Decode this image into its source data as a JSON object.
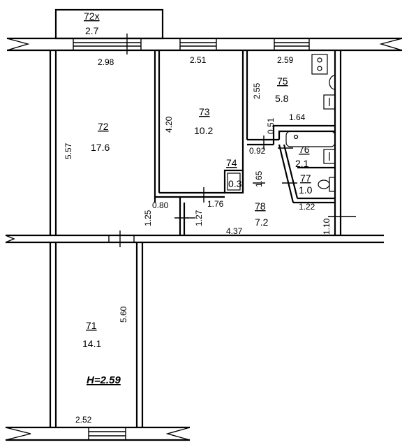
{
  "rooms": [
    {
      "id": "71",
      "area": "14.1"
    },
    {
      "id": "72",
      "area": "17.6"
    },
    {
      "id": "72x",
      "area": "2.7"
    },
    {
      "id": "73",
      "area": "10.2"
    },
    {
      "id": "74",
      "area": "0.3"
    },
    {
      "id": "75",
      "area": "5.8"
    },
    {
      "id": "76",
      "area": "2.1"
    },
    {
      "id": "77",
      "area": "1.0"
    },
    {
      "id": "78",
      "area": "7.2"
    }
  ],
  "dimensions": {
    "d298": "2.98",
    "d251": "2.51",
    "d259": "2.59",
    "d557": "5.57",
    "d420": "4.20",
    "d255": "2.55",
    "d051": "0.51",
    "d164": "1.64",
    "d092": "0.92",
    "d165": "1.65",
    "d080": "0.80",
    "d125": "1.25",
    "d127": "1.27",
    "d176": "1.76",
    "d437": "4.37",
    "d122": "1.22",
    "d110": "1.10",
    "d560": "5.60",
    "d252": "2.52"
  },
  "ceiling_height": "H=2.59"
}
